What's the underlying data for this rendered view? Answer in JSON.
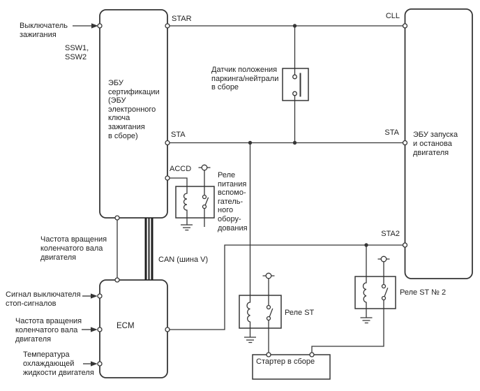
{
  "colors": {
    "background": "#ffffff",
    "line": "#363636",
    "text": "#222222"
  },
  "left_labels": {
    "ignition_switch": "Выключатель\nзажигания",
    "ssw": "SSW1,\nSSW2",
    "crank_speed_upper": "Частота вращения\nколенчатого вала\nдвигателя",
    "stop_light_signal": "Сигнал выключателя\nстоп-сигналов",
    "crank_speed_lower": "Частота вращения\nколенчатого вала\nдвигателя",
    "coolant_temp": "Температура\nохлаждающей\nжидкости двигателя"
  },
  "blocks": {
    "cert_ecu": "ЭБУ\nсертификации\n(ЭБУ\nэлектронного\nключа\nзажигания\nв сборе)",
    "start_stop_ecu": "ЭБУ запуска\nи останова\nдвигателя",
    "ecm": "ECM",
    "park_neutral_sensor": "Датчик положения\nпаркинга/нейтрали\nв сборе",
    "accessory_relay": "Реле\nпитания\nвспомо-\nгатель-\nного\nобору-\nдования",
    "st_relay": "Реле ST",
    "st_relay_2": "Реле ST № 2",
    "starter": "Стартер в сборе"
  },
  "terminals": {
    "star": "STAR",
    "cll": "CLL",
    "sta_left": "STA",
    "sta_right": "STA",
    "accd": "ACCD",
    "sta2": "STA2"
  },
  "bus": {
    "can": "CAN (шина V)"
  }
}
